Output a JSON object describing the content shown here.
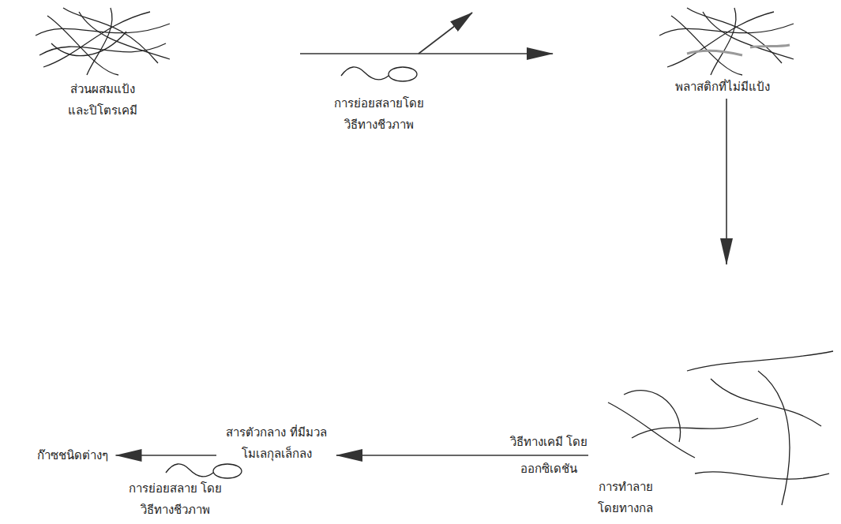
{
  "diagram": {
    "nodes": [
      {
        "text": [
          "ส่วนผสมแป้ง และปิโตรเคมี"
        ]
      },
      {
        "text": [
          "พลาสติกที่ไม่มีแป้ง"
        ]
      },
      {
        "text": [
          "การทำลาย โดยทางกล"
        ]
      },
      {
        "text": [
          "สารตัวกลาง ที่มีมวลโมเลกุลเล็กลง"
        ]
      },
      {
        "text": [
          "ก๊าซชนิดต่างๆ"
        ]
      }
    ],
    "edges": [
      {
        "from": 0,
        "to": 1,
        "arrow": "to",
        "label": "การย่อยสลายโดย วิธีทางชีวภาพ"
      },
      {
        "from": 1,
        "to": 2,
        "arrow": "to"
      },
      {
        "from": 2,
        "to": 3,
        "arrow": "to",
        "label": "วิธีทางเคมี โดยออกซิเดชัน"
      },
      {
        "from": 3,
        "to": 4,
        "arrow": "to",
        "label": "การย่อยสลาย โดยวิธีทางชีวภาพ"
      }
    ]
  }
}
